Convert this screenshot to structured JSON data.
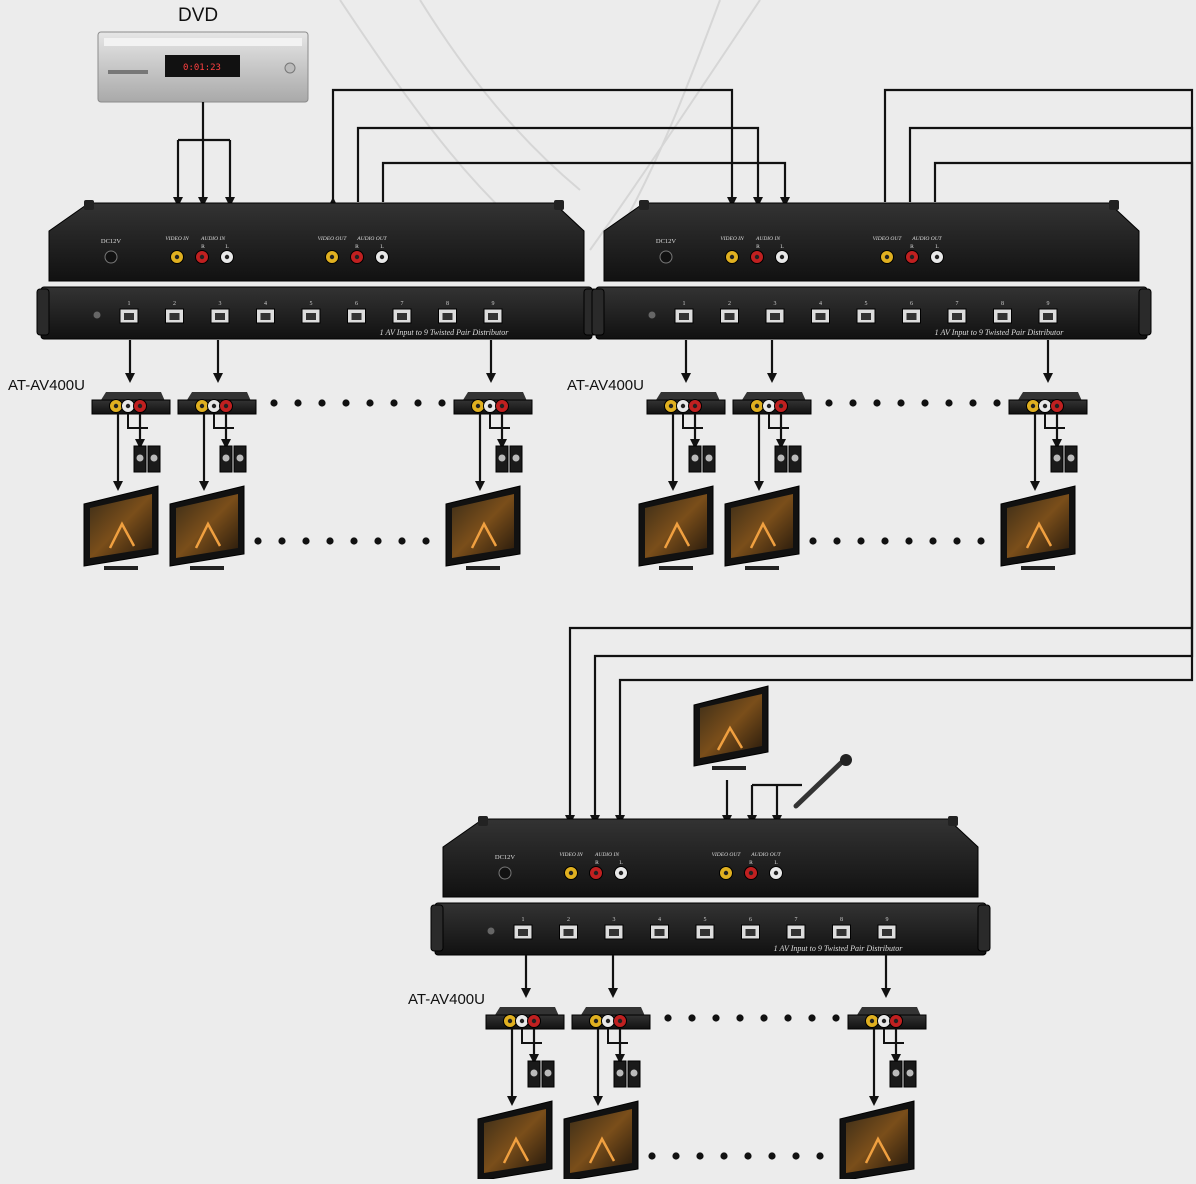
{
  "dvd": {
    "label": "DVD",
    "display": "0:01:23"
  },
  "receiver_label": "AT-AV400U",
  "panel": {
    "power": "DC12V",
    "video_in": "VIDEO IN",
    "audio_in": "AUDIO IN",
    "video_out": "VIDEO OUT",
    "audio_out": "AUDIO OUT",
    "r": "R",
    "l": "L",
    "caption": "1 AV Input to 9 Twisted Pair Distributor",
    "port_numbers": [
      "1",
      "2",
      "3",
      "4",
      "5",
      "6",
      "7",
      "8",
      "9"
    ]
  },
  "colors": {
    "line": "#111111",
    "device": "#1e1e1e",
    "rca_yellow": "#e0b020",
    "rca_red": "#c02020",
    "rca_white": "#e8e8e8"
  }
}
